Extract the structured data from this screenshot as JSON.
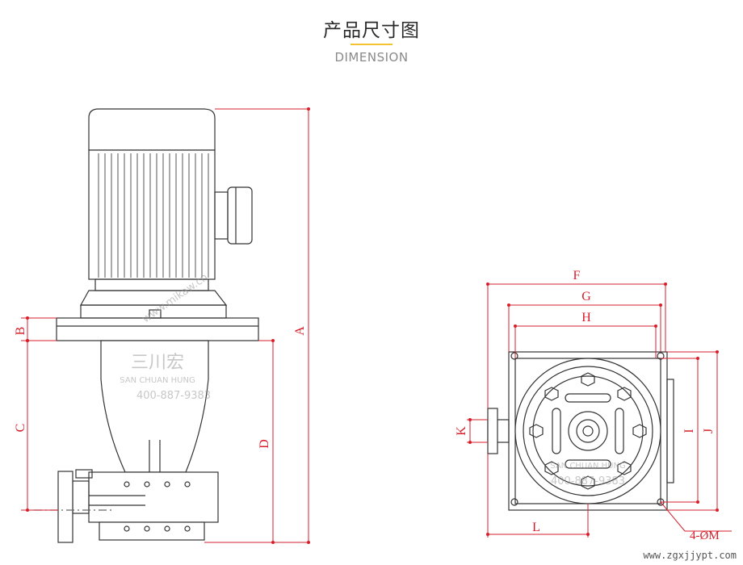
{
  "header": {
    "title": "产品尺寸图",
    "subtitle": "DIMENSION",
    "accent_color": "#f2c230"
  },
  "colors": {
    "dimension": "#d61f2b",
    "drawing": "#333333"
  },
  "side_view": {
    "labels": {
      "A": "A",
      "B": "B",
      "C": "C",
      "D": "D"
    }
  },
  "top_view": {
    "labels": {
      "F": "F",
      "G": "G",
      "H": "H",
      "I": "I",
      "J": "J",
      "K": "K",
      "L": "L"
    },
    "hole_note": "4-ØM"
  },
  "watermark": {
    "brand": "三川宏",
    "brand_en": "SAN CHUAN HUNG",
    "phone": "400-887-9383",
    "url_text": "www.mikaw.cn"
  },
  "footer": {
    "site": "www.zgxjjypt.com"
  }
}
